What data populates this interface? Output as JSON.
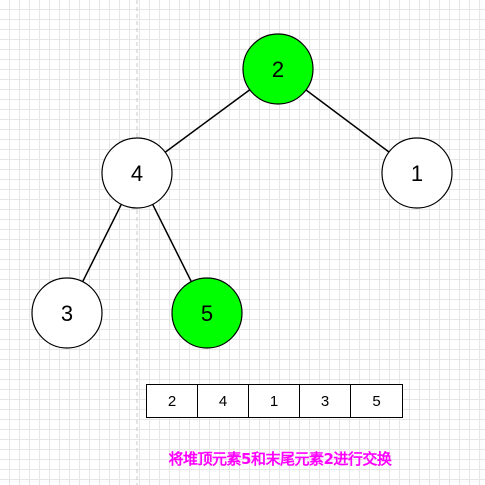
{
  "tree": {
    "nodes": [
      {
        "id": "root",
        "value": "2",
        "highlight": true
      },
      {
        "id": "left",
        "value": "4",
        "highlight": false
      },
      {
        "id": "right",
        "value": "1",
        "highlight": false
      },
      {
        "id": "left-left",
        "value": "3",
        "highlight": false
      },
      {
        "id": "left-right",
        "value": "5",
        "highlight": true
      }
    ],
    "edges": [
      [
        "root",
        "left"
      ],
      [
        "root",
        "right"
      ],
      [
        "left",
        "left-left"
      ],
      [
        "left",
        "left-right"
      ]
    ]
  },
  "array": [
    "2",
    "4",
    "1",
    "3",
    "5"
  ],
  "caption": "将堆顶元素5和末尾元素2进行交换",
  "colors": {
    "highlight": "#00ff00",
    "normal": "#ffffff",
    "caption": "#ff00ff",
    "stroke": "#000000"
  }
}
